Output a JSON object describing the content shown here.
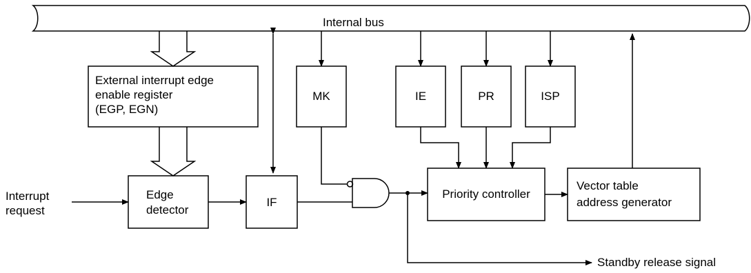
{
  "bus": {
    "label": "Internal bus"
  },
  "blocks": {
    "egde_register": {
      "line1": "External interrupt edge",
      "line2": "enable register",
      "line3": "(EGP, EGN)"
    },
    "mk": "MK",
    "ie": "IE",
    "pr": "PR",
    "isp": "ISP",
    "edge_detector": {
      "line1": "Edge",
      "line2": "detector"
    },
    "if": "IF",
    "priority_controller": "Priority controller",
    "vector_table": {
      "line1": "Vector table",
      "line2": "address generator"
    }
  },
  "signals": {
    "interrupt_request": {
      "line1": "Interrupt",
      "line2": "request"
    },
    "standby_release": "Standby release signal"
  },
  "colors": {
    "stroke": "#000000",
    "background": "#ffffff"
  }
}
